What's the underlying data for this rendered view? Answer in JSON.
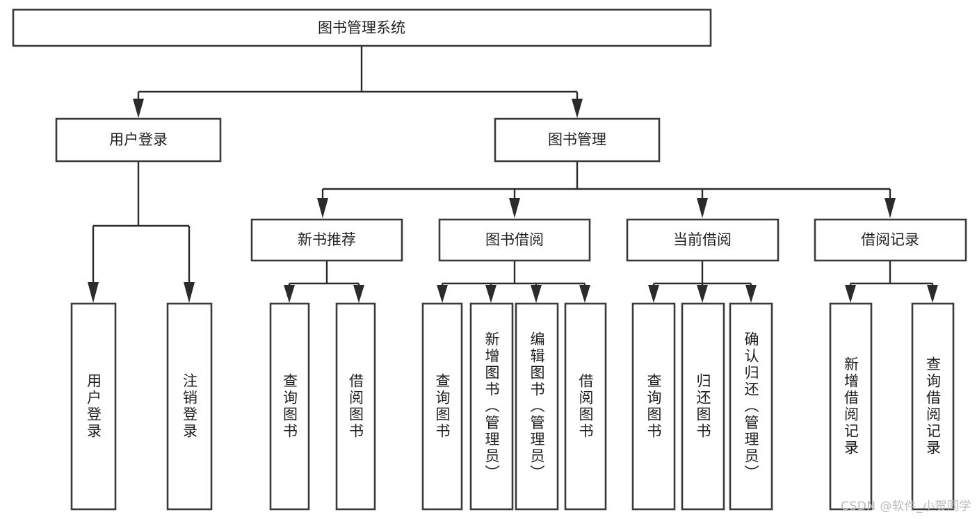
{
  "diagram": {
    "title": "图书管理系统",
    "type": "hierarchy-tree",
    "orientation": "top-down",
    "levels": 4,
    "colors": {
      "box_stroke": "#3a3a3a",
      "connector": "#2b2b2b",
      "text": "#1e1e1e",
      "background": "#ffffff",
      "watermark": "#b8b8b8"
    },
    "root": {
      "id": "root",
      "label": "图书管理系统"
    },
    "level2": [
      {
        "id": "user-login",
        "label": "用户登录"
      },
      {
        "id": "book-management",
        "label": "图书管理"
      }
    ],
    "level3": [
      {
        "id": "new-book-recommend",
        "label": "新书推荐",
        "parent": "book-management"
      },
      {
        "id": "book-borrow",
        "label": "图书借阅",
        "parent": "book-management"
      },
      {
        "id": "current-borrow",
        "label": "当前借阅",
        "parent": "book-management"
      },
      {
        "id": "borrow-record",
        "label": "借阅记录",
        "parent": "book-management"
      }
    ],
    "leaves": {
      "user-login": [
        {
          "id": "leaf-user-login",
          "label": "用户登录"
        },
        {
          "id": "leaf-user-logout",
          "label": "注销登录"
        }
      ],
      "new-book-recommend": [
        {
          "id": "leaf-query-book-1",
          "label": "查询图书"
        },
        {
          "id": "leaf-borrow-book-1",
          "label": "借阅图书"
        }
      ],
      "book-borrow": [
        {
          "id": "leaf-query-book-2",
          "label": "查询图书"
        },
        {
          "id": "leaf-add-book-admin",
          "label": "新增图书（管理员）"
        },
        {
          "id": "leaf-edit-book-admin",
          "label": "编辑图书（管理员）"
        },
        {
          "id": "leaf-borrow-book-2",
          "label": "借阅图书"
        }
      ],
      "current-borrow": [
        {
          "id": "leaf-query-book-3",
          "label": "查询图书"
        },
        {
          "id": "leaf-return-book",
          "label": "归还图书"
        },
        {
          "id": "leaf-confirm-return-admin",
          "label": "确认归还（管理员）"
        }
      ],
      "borrow-record": [
        {
          "id": "leaf-add-borrow-record",
          "label": "新增借阅记录"
        },
        {
          "id": "leaf-query-borrow-record",
          "label": "查询借阅记录"
        }
      ]
    }
  },
  "watermark": {
    "text": "CSDN @软件_小贺同学"
  }
}
